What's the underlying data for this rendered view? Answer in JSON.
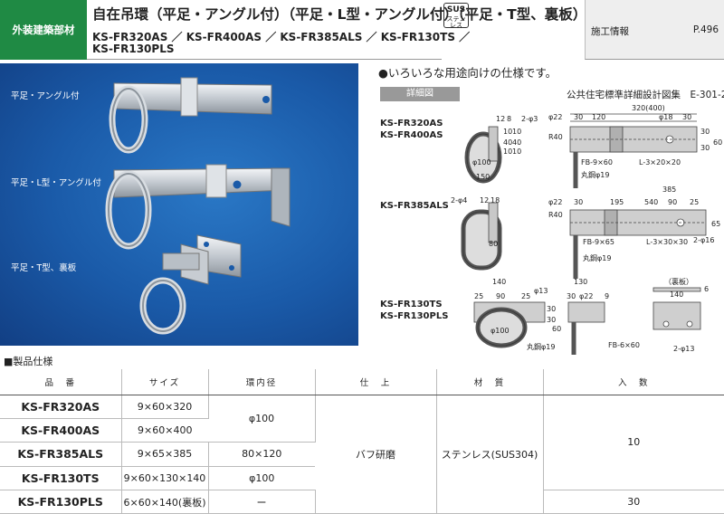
{
  "header": {
    "category": "外装建築部材",
    "title": "自在吊環（平足・アングル付）（平足・L型・アングル付）（平足・T型、裏板）",
    "models_line1": "KS-FR320AS ／ KS-FR400AS ／ KS-FR385ALS ／ KS-FR130TS ／",
    "models_line2": "KS-FR130PLS",
    "sus_badge": "SUS",
    "sus_sub": "ステンレス",
    "info_label": "施工情報",
    "page": "P.496"
  },
  "photo": {
    "labels": [
      "平足・アングル付",
      "平足・L型・アングル付",
      "平足・T型、裏板"
    ]
  },
  "details": {
    "intro": "●いろいろな用途向けの仕様です。",
    "tag": "詳細図",
    "standard": "公共住宅標準詳細設計図集　E-301-2",
    "group1": [
      "KS-FR320AS",
      "KS-FR400AS"
    ],
    "group2": [
      "KS-FR385ALS"
    ],
    "group3": [
      "KS-FR130TS",
      "KS-FR130PLS"
    ],
    "dims": {
      "d1_len": "320(400)",
      "d1_a": "φ22",
      "d1_b": "30",
      "d1_c": "120",
      "d1_d": "φ18",
      "d1_e": "30",
      "d1_r": "R40",
      "d1_h1": "30",
      "d1_h2": "30",
      "d1_h3": "60",
      "d1_fb": "FB-9×60",
      "d1_l": "L-3×20×20",
      "d1_round": "丸鋼φ19",
      "d1_phi": "φ100",
      "d1_hole": "2-φ3",
      "d1_t1": "12",
      "d1_t2": "8",
      "d1_v1": "10",
      "d1_v2": "40",
      "d1_v3": "10",
      "d1_v4": "10",
      "d1_v5": "40",
      "d1_v6": "10",
      "d2_len": "385",
      "d2_a": "φ22",
      "d2_b": "30",
      "d2_c": "195",
      "d2_d": "540",
      "d2_e": "90",
      "d2_f": "25",
      "d2_r": "R40",
      "d2_fb": "FB-9×65",
      "d2_l": "L-3×30×30",
      "d2_hole": "2-φ16",
      "d2_round": "丸鋼φ19",
      "d2_w": "150",
      "d2_h": "80",
      "d2_hole2": "2-φ4",
      "d2_t1": "12",
      "d2_t2": "18",
      "d2_v": "65",
      "d3_w": "140",
      "d3_a": "25",
      "d3_b": "90",
      "d3_c": "25",
      "d3_hole": "φ13",
      "d3_h1": "30",
      "d3_h2": "30",
      "d3_h3": "60",
      "d3_phi": "φ100",
      "d3_round": "丸鋼φ19",
      "d3_w2": "130",
      "d3_d": "φ22",
      "d3_e": "30",
      "d3_f": "9",
      "d3_back": "（裏板）",
      "d3_bw": "140",
      "d3_bt": "6",
      "d3_fb": "FB-6×60",
      "d3_bhole": "2-φ13"
    }
  },
  "specs": {
    "title": "■製品仕様",
    "headers": [
      "品　番",
      "サイズ",
      "環内径",
      "仕　上",
      "材　質",
      "入　数"
    ],
    "rows": [
      {
        "model": "KS-FR320AS",
        "size": "9×60×320"
      },
      {
        "model": "KS-FR400AS",
        "size": "9×60×400"
      },
      {
        "model": "KS-FR385ALS",
        "size": "9×65×385"
      },
      {
        "model": "KS-FR130TS",
        "size": "9×60×130×140"
      },
      {
        "model": "KS-FR130PLS",
        "size": "6×60×140(裏板)"
      }
    ],
    "inner_1": "φ100",
    "inner_2": "80×120",
    "inner_3": "φ100",
    "inner_4": "ー",
    "finish": "バフ研磨",
    "material": "ステンレス(SUS304)",
    "qty_1": "10",
    "qty_2": "30"
  },
  "colors": {
    "category_bg": "#1f8a44",
    "photo_bg": "#1a5aa8",
    "drawing_fill": "#cfcfcf"
  }
}
